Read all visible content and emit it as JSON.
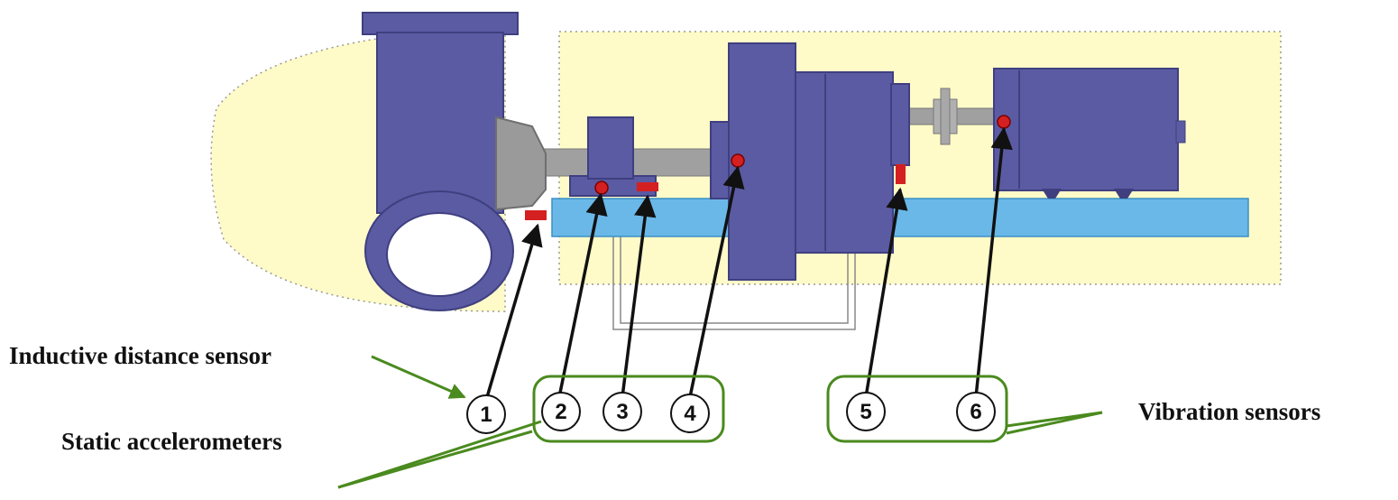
{
  "labels": {
    "inductive": "Inductive distance sensor",
    "static": "Static accelerometers",
    "vibration": "Vibration sensors"
  },
  "sensors": [
    "1",
    "2",
    "3",
    "4",
    "5",
    "6"
  ],
  "colors": {
    "machine": "#5b5ba3",
    "machine_dark": "#3f3f80",
    "shaft": "#a0a0a0",
    "base": "#6ab8e8",
    "zone": "#fffbc8",
    "sensor_red": "#d42020",
    "callout": "#4a8a1e"
  }
}
